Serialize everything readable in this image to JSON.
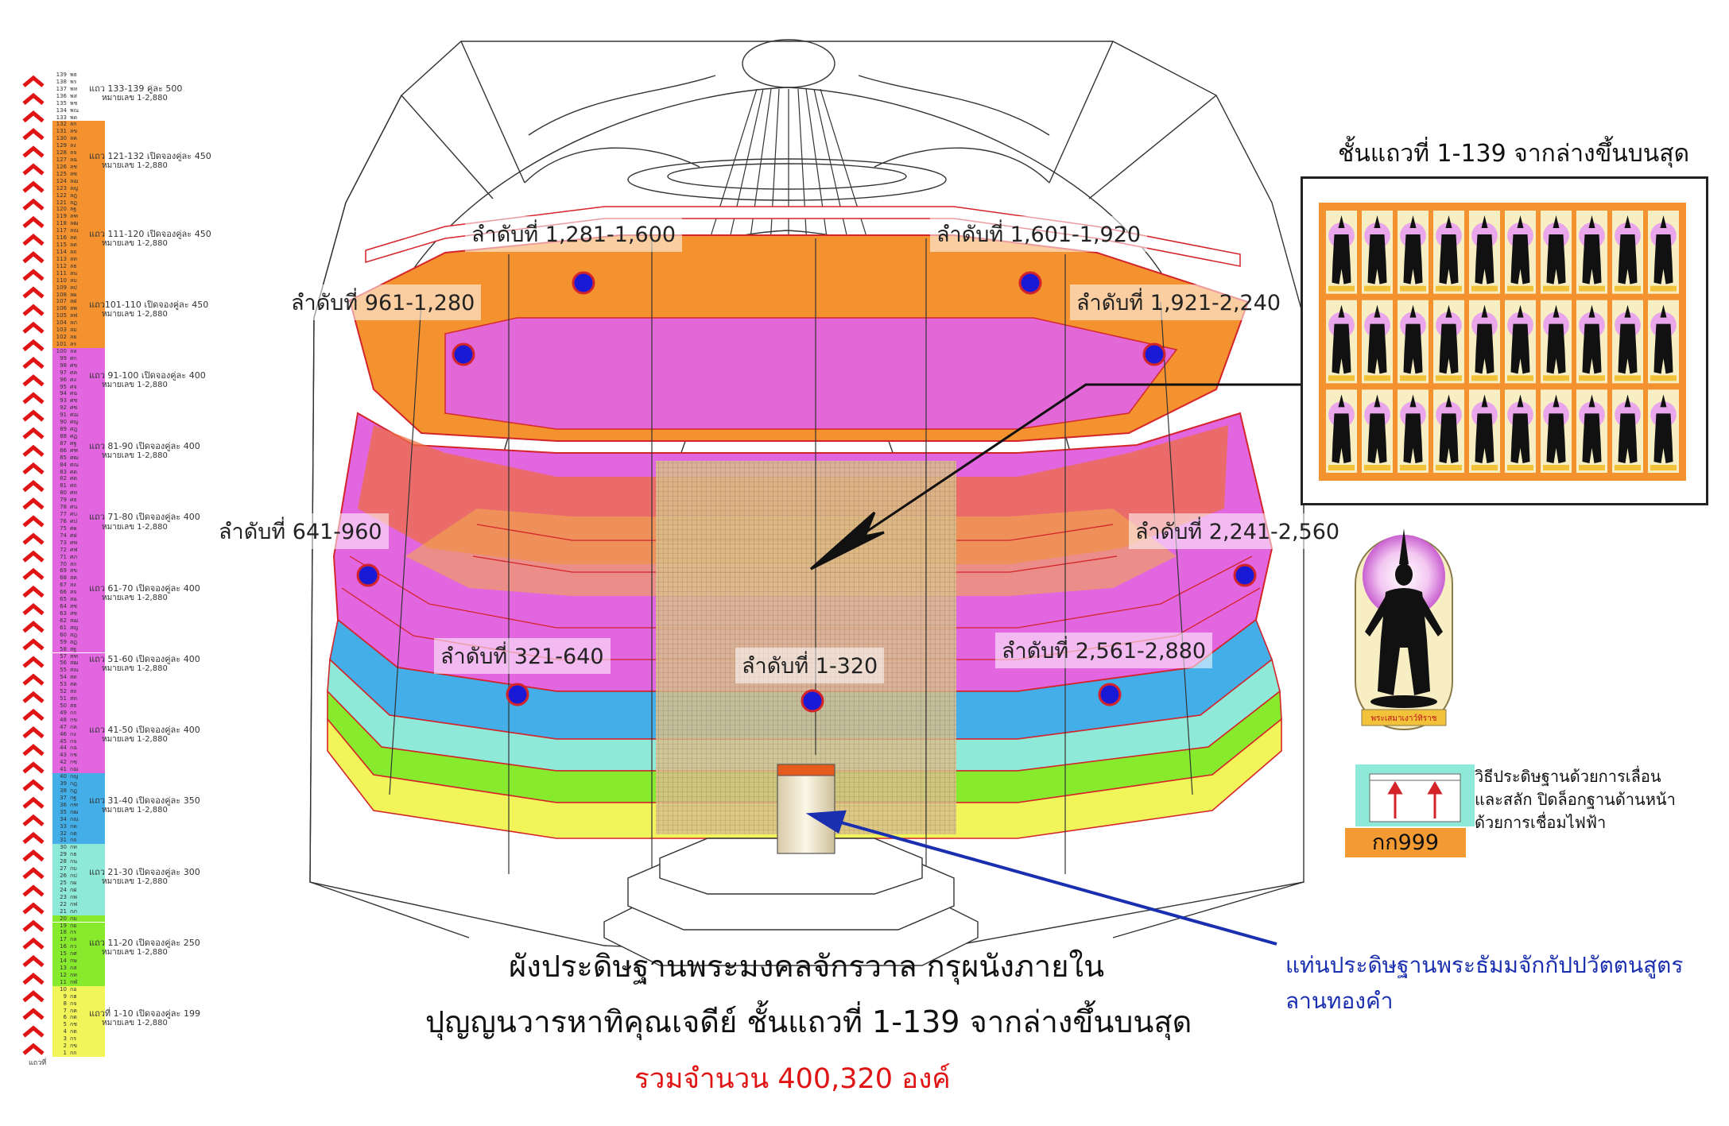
{
  "ruler": {
    "footer": "แถวที่",
    "rows": [
      {
        "n": "139",
        "c": "พธ"
      },
      {
        "n": "138",
        "c": "พร"
      },
      {
        "n": "137",
        "c": "พท"
      },
      {
        "n": "136",
        "c": "พส"
      },
      {
        "n": "135",
        "c": "พช"
      },
      {
        "n": "134",
        "c": "พณ"
      },
      {
        "n": "133",
        "c": "พด"
      },
      {
        "n": "132",
        "c": "ลก"
      },
      {
        "n": "131",
        "c": "ลข"
      },
      {
        "n": "130",
        "c": "ลค"
      },
      {
        "n": "129",
        "c": "ลง"
      },
      {
        "n": "128",
        "c": "ลจ"
      },
      {
        "n": "127",
        "c": "ลฉ"
      },
      {
        "n": "126",
        "c": "ลช"
      },
      {
        "n": "125",
        "c": "ลซ"
      },
      {
        "n": "124",
        "c": "ลฌ"
      },
      {
        "n": "123",
        "c": "ลญ"
      },
      {
        "n": "122",
        "c": "ลฎ"
      },
      {
        "n": "121",
        "c": "ลฏ"
      },
      {
        "n": "120",
        "c": "ลฐ"
      },
      {
        "n": "119",
        "c": "ลฑ"
      },
      {
        "n": "118",
        "c": "ลฒ"
      },
      {
        "n": "117",
        "c": "ลณ"
      },
      {
        "n": "116",
        "c": "ลด"
      },
      {
        "n": "115",
        "c": "ลต"
      },
      {
        "n": "114",
        "c": "ลถ"
      },
      {
        "n": "113",
        "c": "ลท"
      },
      {
        "n": "112",
        "c": "ลธ"
      },
      {
        "n": "111",
        "c": "ลน"
      },
      {
        "n": "110",
        "c": "ลบ"
      },
      {
        "n": "109",
        "c": "ลป"
      },
      {
        "n": "108",
        "c": "ลผ"
      },
      {
        "n": "107",
        "c": "ลฝ"
      },
      {
        "n": "106",
        "c": "ลพ"
      },
      {
        "n": "105",
        "c": "ลฟ"
      },
      {
        "n": "104",
        "c": "ลภ"
      },
      {
        "n": "103",
        "c": "ลม"
      },
      {
        "n": "102",
        "c": "ลย"
      },
      {
        "n": "101",
        "c": "ลร"
      },
      {
        "n": "100",
        "c": "ลล"
      },
      {
        "n": "99",
        "c": "ศก"
      },
      {
        "n": "98",
        "c": "ศข"
      },
      {
        "n": "97",
        "c": "ศค"
      },
      {
        "n": "96",
        "c": "ศง"
      },
      {
        "n": "95",
        "c": "ศจ"
      },
      {
        "n": "94",
        "c": "ศฉ"
      },
      {
        "n": "93",
        "c": "ศช"
      },
      {
        "n": "92",
        "c": "ศซ"
      },
      {
        "n": "91",
        "c": "ศฌ"
      },
      {
        "n": "90",
        "c": "ศญ"
      },
      {
        "n": "89",
        "c": "ศฎ"
      },
      {
        "n": "88",
        "c": "ศฏ"
      },
      {
        "n": "87",
        "c": "ศฐ"
      },
      {
        "n": "86",
        "c": "ศฑ"
      },
      {
        "n": "85",
        "c": "ศฒ"
      },
      {
        "n": "84",
        "c": "ศณ"
      },
      {
        "n": "83",
        "c": "ศด"
      },
      {
        "n": "82",
        "c": "ศต"
      },
      {
        "n": "81",
        "c": "ศถ"
      },
      {
        "n": "80",
        "c": "ศท"
      },
      {
        "n": "79",
        "c": "ศธ"
      },
      {
        "n": "78",
        "c": "ศน"
      },
      {
        "n": "77",
        "c": "ศบ"
      },
      {
        "n": "76",
        "c": "ศป"
      },
      {
        "n": "75",
        "c": "ศผ"
      },
      {
        "n": "74",
        "c": "ศฝ"
      },
      {
        "n": "73",
        "c": "ศพ"
      },
      {
        "n": "72",
        "c": "ศฟ"
      },
      {
        "n": "71",
        "c": "ศภ"
      },
      {
        "n": "70",
        "c": "สก"
      },
      {
        "n": "69",
        "c": "สข"
      },
      {
        "n": "68",
        "c": "สค"
      },
      {
        "n": "67",
        "c": "สง"
      },
      {
        "n": "66",
        "c": "สจ"
      },
      {
        "n": "65",
        "c": "สฉ"
      },
      {
        "n": "64",
        "c": "สช"
      },
      {
        "n": "63",
        "c": "สซ"
      },
      {
        "n": "62",
        "c": "สฌ"
      },
      {
        "n": "61",
        "c": "สญ"
      },
      {
        "n": "60",
        "c": "สฎ"
      },
      {
        "n": "59",
        "c": "สฏ"
      },
      {
        "n": "58",
        "c": "สฐ"
      },
      {
        "n": "57",
        "c": "สฑ"
      },
      {
        "n": "56",
        "c": "สฒ"
      },
      {
        "n": "55",
        "c": "สณ"
      },
      {
        "n": "54",
        "c": "สด"
      },
      {
        "n": "53",
        "c": "สต"
      },
      {
        "n": "52",
        "c": "สถ"
      },
      {
        "n": "51",
        "c": "สท"
      },
      {
        "n": "50",
        "c": "สธ"
      },
      {
        "n": "49",
        "c": "กก"
      },
      {
        "n": "48",
        "c": "กข"
      },
      {
        "n": "47",
        "c": "กค"
      },
      {
        "n": "46",
        "c": "กง"
      },
      {
        "n": "45",
        "c": "กจ"
      },
      {
        "n": "44",
        "c": "กฉ"
      },
      {
        "n": "43",
        "c": "กช"
      },
      {
        "n": "42",
        "c": "กซ"
      },
      {
        "n": "41",
        "c": "กฌ"
      },
      {
        "n": "40",
        "c": "กญ"
      },
      {
        "n": "39",
        "c": "กฎ"
      },
      {
        "n": "38",
        "c": "กฏ"
      },
      {
        "n": "37",
        "c": "กฐ"
      },
      {
        "n": "36",
        "c": "กฑ"
      },
      {
        "n": "35",
        "c": "กฒ"
      },
      {
        "n": "34",
        "c": "กณ"
      },
      {
        "n": "33",
        "c": "กด"
      },
      {
        "n": "32",
        "c": "กต"
      },
      {
        "n": "31",
        "c": "กถ"
      },
      {
        "n": "30",
        "c": "กท"
      },
      {
        "n": "29",
        "c": "กธ"
      },
      {
        "n": "28",
        "c": "กน"
      },
      {
        "n": "27",
        "c": "กบ"
      },
      {
        "n": "26",
        "c": "กป"
      },
      {
        "n": "25",
        "c": "กผ"
      },
      {
        "n": "24",
        "c": "กฝ"
      },
      {
        "n": "23",
        "c": "กพ"
      },
      {
        "n": "22",
        "c": "กฟ"
      },
      {
        "n": "21",
        "c": "กภ"
      },
      {
        "n": "20",
        "c": "กม"
      },
      {
        "n": "19",
        "c": "กย"
      },
      {
        "n": "18",
        "c": "กร"
      },
      {
        "n": "17",
        "c": "กล"
      },
      {
        "n": "16",
        "c": "กว"
      },
      {
        "n": "15",
        "c": "กศ"
      },
      {
        "n": "14",
        "c": "กษ"
      },
      {
        "n": "13",
        "c": "กส"
      },
      {
        "n": "12",
        "c": "กห"
      },
      {
        "n": "11",
        "c": "กฬ"
      },
      {
        "n": "10",
        "c": "กอ"
      },
      {
        "n": "9",
        "c": "กฮ"
      },
      {
        "n": "8",
        "c": "กจ"
      },
      {
        "n": "7",
        "c": "กค"
      },
      {
        "n": "6",
        "c": "กด"
      },
      {
        "n": "5",
        "c": "กช"
      },
      {
        "n": "4",
        "c": "กต"
      },
      {
        "n": "3",
        "c": "กร"
      },
      {
        "n": "2",
        "c": "กข"
      },
      {
        "n": "1",
        "c": "กก"
      }
    ],
    "groups": [
      {
        "from": 133,
        "to": 139,
        "color": "#ffffff",
        "line1": "แถว 133-139 คู่ละ 500",
        "line2": "หมายเลข 1-2,880"
      },
      {
        "from": 121,
        "to": 132,
        "color": "#f3922f",
        "line1": "แถว 121-132 เปิดจองคู่ละ 450",
        "line2": "หมายเลข 1-2,880"
      },
      {
        "from": 111,
        "to": 120,
        "color": "#f3922f",
        "line1": "แถว 111-120 เปิดจองคู่ละ 450",
        "line2": "หมายเลข 1-2,880"
      },
      {
        "from": 101,
        "to": 110,
        "color": "#f3922f",
        "line1": "แถว101-110 เปิดจองคู่ละ 450",
        "line2": "หมายเลข 1-2,880"
      },
      {
        "from": 91,
        "to": 100,
        "color": "#e266e0",
        "line1": "แถว 91-100 เปิดจองคู่ละ 400",
        "line2": "หมายเลข 1-2,880"
      },
      {
        "from": 81,
        "to": 90,
        "color": "#e266e0",
        "line1": "แถว 81-90 เปิดจองคู่ละ 400",
        "line2": "หมายเลข 1-2,880"
      },
      {
        "from": 71,
        "to": 80,
        "color": "#e266e0",
        "line1": "แถว 71-80 เปิดจองคู่ละ 400",
        "line2": "หมายเลข 1-2,880"
      },
      {
        "from": 61,
        "to": 70,
        "color": "#e266e0",
        "line1": "แถว 61-70 เปิดจองคู่ละ 400",
        "line2": "หมายเลข 1-2,880"
      },
      {
        "from": 51,
        "to": 60,
        "color": "#e266e0",
        "line1": "แถว 51-60 เปิดจองคู่ละ 400",
        "line2": "หมายเลข 1-2,880"
      },
      {
        "from": 41,
        "to": 50,
        "color": "#e266e0",
        "line1": "แถว 41-50 เปิดจองคู่ละ 400",
        "line2": "หมายเลข 1-2,880"
      },
      {
        "from": 31,
        "to": 40,
        "color": "#43aee8",
        "line1": "แถว 31-40 เปิดจองคู่ละ 350",
        "line2": "หมายเลข 1-2,880"
      },
      {
        "from": 21,
        "to": 30,
        "color": "#8fe9d8",
        "line1": "แถว 21-30 เปิดจองคู่ละ 300",
        "line2": "หมายเลข 1-2,880"
      },
      {
        "from": 11,
        "to": 20,
        "color": "#88ea2d",
        "line1": "แถว 11-20 เปิดจองคู่ละ 250",
        "line2": "หมายเลข 1-2,880"
      },
      {
        "from": 1,
        "to": 10,
        "color": "#f2f55a",
        "line1": "แถวที่ 1-10 เปิดจองคู่ละ 199",
        "line2": "หมายเลข 1-2,880"
      }
    ]
  },
  "segments": {
    "s1281": "ลำดับที่ 1,281-1,600",
    "s1601": "ลำดับที่ 1,601-1,920",
    "s961": "ลำดับที่ 961-1,280",
    "s1921": "ลำดับที่ 1,921-2,240",
    "s641": "ลำดับที่ 641-960",
    "s2241": "ลำดับที่ 2,241-2,560",
    "s321": "ลำดับที่ 321-640",
    "s1": "ลำดับที่ 1-320",
    "s2561": "ลำดับที่ 2,561-2,880"
  },
  "panel": {
    "title": "ชั้นแถวที่ 1-139  จากล่างขึ้นบนสุด",
    "rows": 3,
    "cols": 10
  },
  "figure": {
    "base_label": "พระเสมาเงาว์ทิราช"
  },
  "lock": {
    "line1": "วิธีประดิษฐานด้วยการเลื่อน",
    "line2": "และสลัก ปิดล็อกฐานด้านหน้า",
    "line3": "ด้วยการเชื่อมไฟฟ้า",
    "code": "กก999"
  },
  "anchor": {
    "line1": "แท่นประดิษฐานพระธัมมจักกัปปวัตตนสูตร",
    "line2": "ลานทองคำ"
  },
  "captions": {
    "line1": "ผังประดิษฐานพระมงคลจักรวาล กรุผนังภายใน",
    "line2": "ปุญญนวารหาทิคุณเจดีย์ ชั้นแถวที่ 1-139  จากล่างขึ้นบนสุด",
    "total": "รวมจำนวน 400,320   องค์"
  },
  "colors": {
    "orange": "#f3922f",
    "magenta": "#e266e0",
    "blue": "#43aee8",
    "aqua": "#8fe9d8",
    "green": "#88ea2d",
    "yellow": "#f2f55a",
    "edge_red": "#d4242a",
    "dot_blue": "#1a1ad6",
    "total_red": "#e01414",
    "anchor_blue": "#1a2fb0"
  }
}
